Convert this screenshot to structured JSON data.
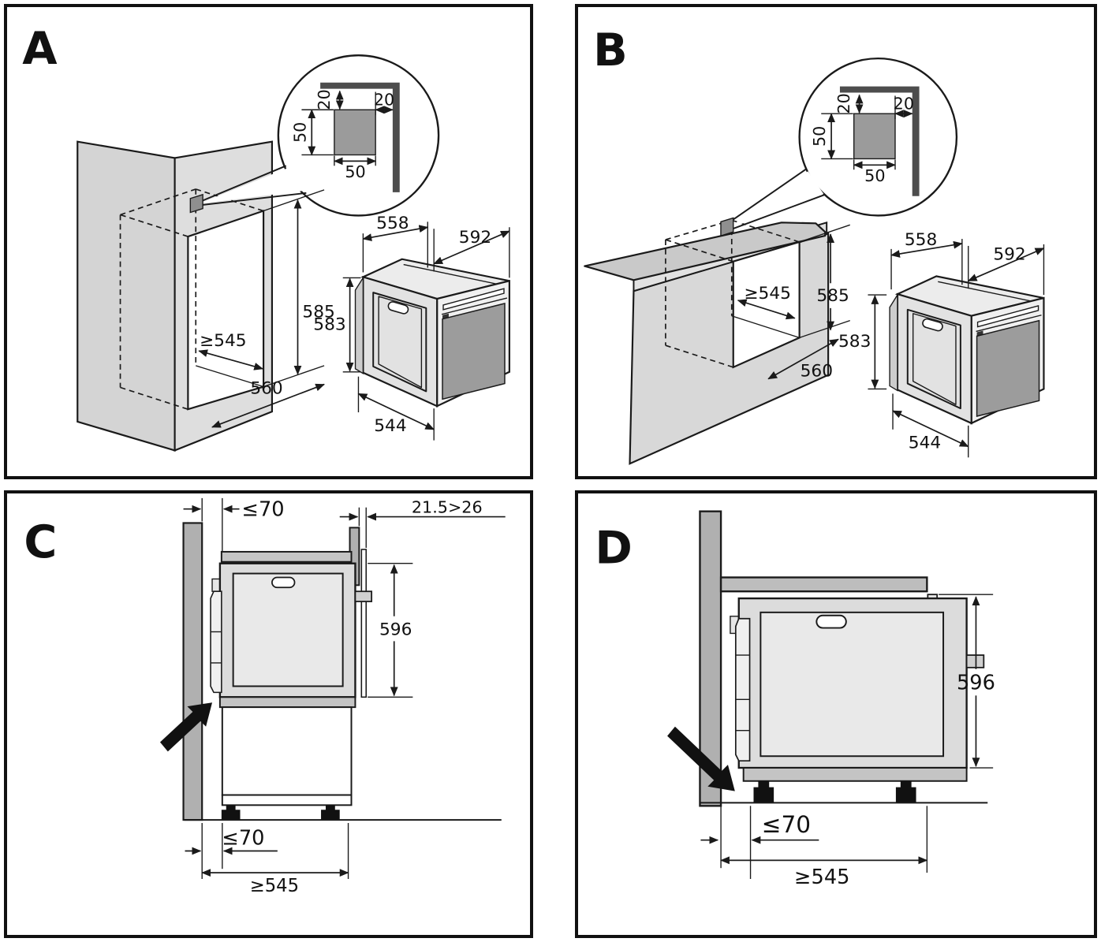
{
  "colors": {
    "line": "#1a1a1a",
    "cabinet_fill": "#d4d4d4",
    "cabinet_front_fill": "#dedede",
    "side_panel_fill": "#b0b0b0",
    "shelf_fill": "#c4c4c4",
    "marker_fill": "#8f8f8f",
    "bracket_fill": "#4d4d4d",
    "oven_window_fill": "#9c9c9c"
  },
  "panels": {
    "a": {
      "letter": "A",
      "inset": {
        "gap_top": "20",
        "gap_side": "20",
        "square_height": "50",
        "square_width": "50"
      },
      "niche": {
        "width": "≥545",
        "height": "585",
        "depth": "560"
      },
      "oven": {
        "depth_top": "558",
        "width": "592",
        "height": "583",
        "depth_bottom": "544"
      }
    },
    "b": {
      "letter": "B",
      "inset": {
        "gap_top": "20",
        "gap_side": "20",
        "square_height": "50",
        "square_width": "50"
      },
      "niche": {
        "width": "≥545",
        "height": "585",
        "depth": "560"
      },
      "oven": {
        "depth_top": "558",
        "width": "592",
        "height": "583",
        "depth_bottom": "544"
      }
    },
    "c": {
      "letter": "C",
      "front_gap_top": "≤70",
      "rear_gap": "21.5>26",
      "oven_height": "596",
      "front_gap_bottom": "≤70",
      "min_depth": "≥545"
    },
    "d": {
      "letter": "D",
      "oven_height": "596",
      "front_gap": "≤70",
      "min_depth": "≥545"
    }
  }
}
